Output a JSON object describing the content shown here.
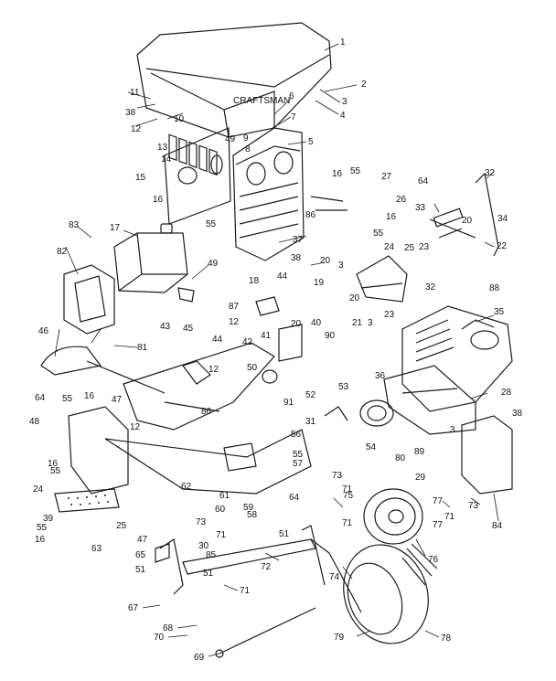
{
  "labels": [
    {
      "id": "1",
      "t": "1"
    },
    {
      "id": "2",
      "t": "2"
    },
    {
      "id": "3a",
      "t": "3"
    },
    {
      "id": "4",
      "t": "4"
    },
    {
      "id": "5",
      "t": "5"
    },
    {
      "id": "6",
      "t": "6"
    },
    {
      "id": "7",
      "t": "7"
    },
    {
      "id": "8",
      "t": "8"
    },
    {
      "id": "9",
      "t": "9"
    },
    {
      "id": "10",
      "t": "10"
    },
    {
      "id": "11",
      "t": "11"
    },
    {
      "id": "12a",
      "t": "12"
    },
    {
      "id": "13",
      "t": "13"
    },
    {
      "id": "14",
      "t": "14"
    },
    {
      "id": "15",
      "t": "15"
    },
    {
      "id": "16a",
      "t": "16"
    },
    {
      "id": "16b",
      "t": "16"
    },
    {
      "id": "16c",
      "t": "16"
    },
    {
      "id": "16d",
      "t": "16"
    },
    {
      "id": "16e",
      "t": "16"
    },
    {
      "id": "16f",
      "t": "16"
    },
    {
      "id": "17",
      "t": "17"
    },
    {
      "id": "18",
      "t": "18"
    },
    {
      "id": "19",
      "t": "19"
    },
    {
      "id": "20a",
      "t": "20"
    },
    {
      "id": "20b",
      "t": "20"
    },
    {
      "id": "20c",
      "t": "20"
    },
    {
      "id": "20d",
      "t": "20"
    },
    {
      "id": "21",
      "t": "21"
    },
    {
      "id": "22",
      "t": "22"
    },
    {
      "id": "23a",
      "t": "23"
    },
    {
      "id": "23b",
      "t": "23"
    },
    {
      "id": "24a",
      "t": "24"
    },
    {
      "id": "24b",
      "t": "24"
    },
    {
      "id": "25a",
      "t": "25"
    },
    {
      "id": "25b",
      "t": "25"
    },
    {
      "id": "26",
      "t": "26"
    },
    {
      "id": "27",
      "t": "27"
    },
    {
      "id": "28",
      "t": "28"
    },
    {
      "id": "29",
      "t": "29"
    },
    {
      "id": "30",
      "t": "30"
    },
    {
      "id": "31",
      "t": "31"
    },
    {
      "id": "32a",
      "t": "32"
    },
    {
      "id": "32b",
      "t": "32"
    },
    {
      "id": "33",
      "t": "33"
    },
    {
      "id": "34",
      "t": "34"
    },
    {
      "id": "35",
      "t": "35"
    },
    {
      "id": "36",
      "t": "36"
    },
    {
      "id": "37",
      "t": "37"
    },
    {
      "id": "38a",
      "t": "38"
    },
    {
      "id": "38b",
      "t": "38"
    },
    {
      "id": "38c",
      "t": "38"
    },
    {
      "id": "39",
      "t": "39"
    },
    {
      "id": "40",
      "t": "40"
    },
    {
      "id": "41",
      "t": "41"
    },
    {
      "id": "42",
      "t": "42"
    },
    {
      "id": "43",
      "t": "43"
    },
    {
      "id": "44a",
      "t": "44"
    },
    {
      "id": "44b",
      "t": "44"
    },
    {
      "id": "45",
      "t": "45"
    },
    {
      "id": "46",
      "t": "46"
    },
    {
      "id": "47a",
      "t": "47"
    },
    {
      "id": "47b",
      "t": "47"
    },
    {
      "id": "48",
      "t": "48"
    },
    {
      "id": "49a",
      "t": "49"
    },
    {
      "id": "49b",
      "t": "49"
    },
    {
      "id": "50",
      "t": "50"
    },
    {
      "id": "51a",
      "t": "51"
    },
    {
      "id": "51b",
      "t": "51"
    },
    {
      "id": "51c",
      "t": "51"
    },
    {
      "id": "52",
      "t": "52"
    },
    {
      "id": "53",
      "t": "53"
    },
    {
      "id": "54",
      "t": "54"
    },
    {
      "id": "55a",
      "t": "55"
    },
    {
      "id": "55b",
      "t": "55"
    },
    {
      "id": "55c",
      "t": "55"
    },
    {
      "id": "55d",
      "t": "55"
    },
    {
      "id": "55e",
      "t": "55"
    },
    {
      "id": "55f",
      "t": "55"
    },
    {
      "id": "55g",
      "t": "55"
    },
    {
      "id": "56",
      "t": "56"
    },
    {
      "id": "57",
      "t": "57"
    },
    {
      "id": "58",
      "t": "58"
    },
    {
      "id": "59",
      "t": "59"
    },
    {
      "id": "60",
      "t": "60"
    },
    {
      "id": "61",
      "t": "61"
    },
    {
      "id": "62",
      "t": "62"
    },
    {
      "id": "63",
      "t": "63"
    },
    {
      "id": "64a",
      "t": "64"
    },
    {
      "id": "64b",
      "t": "64"
    },
    {
      "id": "64c",
      "t": "64"
    },
    {
      "id": "65",
      "t": "65"
    },
    {
      "id": "67",
      "t": "67"
    },
    {
      "id": "68",
      "t": "68"
    },
    {
      "id": "69",
      "t": "69"
    },
    {
      "id": "70",
      "t": "70"
    },
    {
      "id": "71a",
      "t": "71"
    },
    {
      "id": "71b",
      "t": "71"
    },
    {
      "id": "71c",
      "t": "71"
    },
    {
      "id": "71d",
      "t": "71"
    },
    {
      "id": "71e",
      "t": "71"
    },
    {
      "id": "72",
      "t": "72"
    },
    {
      "id": "73a",
      "t": "73"
    },
    {
      "id": "73b",
      "t": "73"
    },
    {
      "id": "73c",
      "t": "73"
    },
    {
      "id": "74",
      "t": "74"
    },
    {
      "id": "75",
      "t": "75"
    },
    {
      "id": "76",
      "t": "76"
    },
    {
      "id": "77a",
      "t": "77"
    },
    {
      "id": "77b",
      "t": "77"
    },
    {
      "id": "78",
      "t": "78"
    },
    {
      "id": "79",
      "t": "79"
    },
    {
      "id": "80",
      "t": "80"
    },
    {
      "id": "81",
      "t": "81"
    },
    {
      "id": "82",
      "t": "82"
    },
    {
      "id": "83",
      "t": "83"
    },
    {
      "id": "84",
      "t": "84"
    },
    {
      "id": "85",
      "t": "85"
    },
    {
      "id": "86a",
      "t": "86"
    },
    {
      "id": "86b",
      "t": "86"
    },
    {
      "id": "87",
      "t": "87"
    },
    {
      "id": "88",
      "t": "88"
    },
    {
      "id": "89",
      "t": "89"
    },
    {
      "id": "90",
      "t": "90"
    },
    {
      "id": "91",
      "t": "91"
    },
    {
      "id": "3b",
      "t": "3"
    },
    {
      "id": "3c",
      "t": "3"
    },
    {
      "id": "3d",
      "t": "3"
    },
    {
      "id": "12b",
      "t": "12"
    },
    {
      "id": "12c",
      "t": "12"
    },
    {
      "id": "12d",
      "t": "12"
    }
  ],
  "hood_badge": "CRAFTSMAN"
}
